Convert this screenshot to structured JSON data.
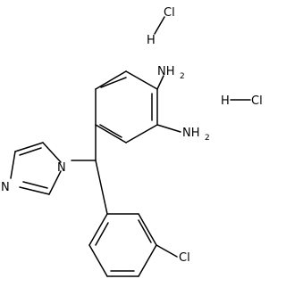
{
  "molecule": {
    "hcl_1": {
      "cl": "Cl",
      "h": "H"
    },
    "hcl_2": {
      "cl": "Cl",
      "h": "H"
    },
    "amine_1": {
      "symbol": "NH",
      "count": "2"
    },
    "amine_2": {
      "symbol": "NH",
      "count": "2"
    },
    "imidazole_n1": "N",
    "imidazole_n3": "N",
    "chloro": "Cl"
  },
  "colors": {
    "ink": "#000000",
    "background": "#ffffff"
  }
}
